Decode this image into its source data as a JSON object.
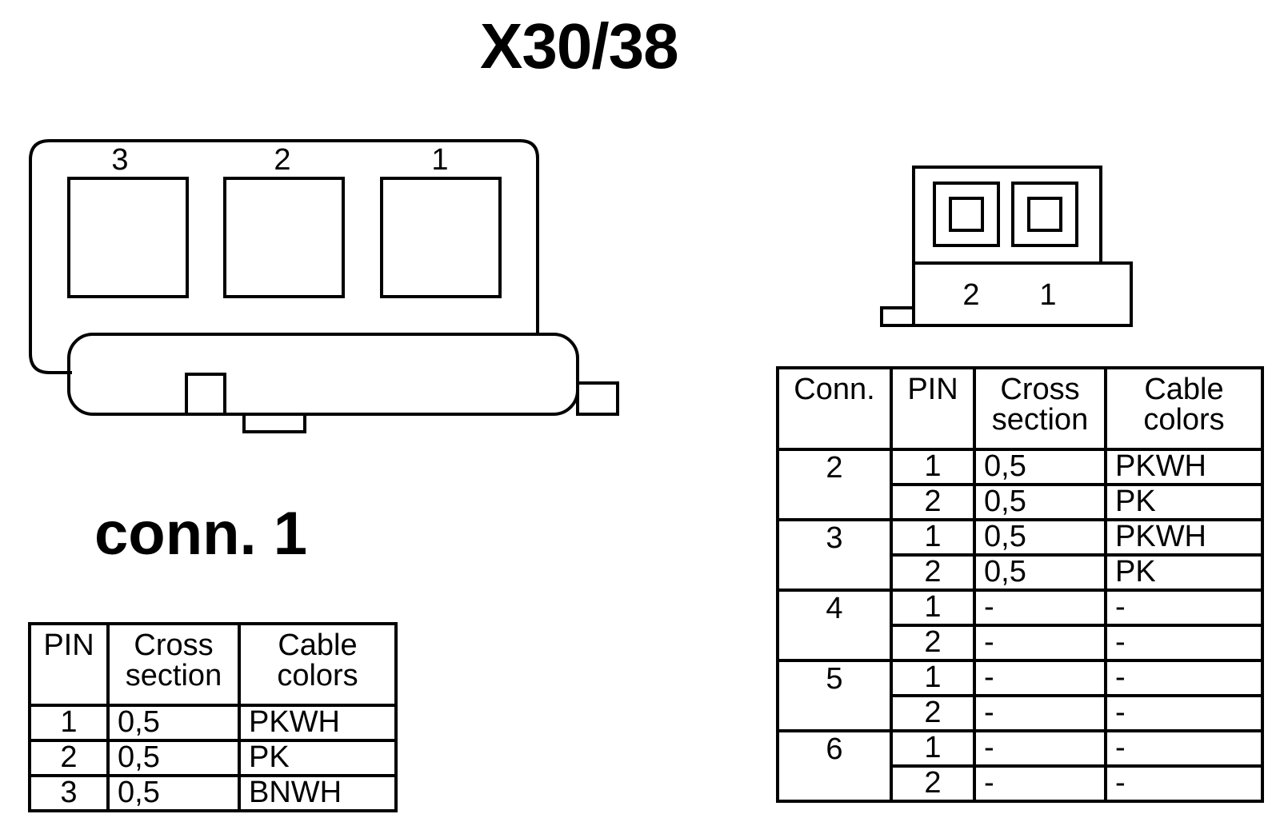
{
  "title": "X30/38",
  "connector1": {
    "label": "conn. 1",
    "pin_numbers": [
      "3",
      "2",
      "1"
    ],
    "table": {
      "headers": {
        "pin": "PIN",
        "cross_line1": "Cross",
        "cross_line2": "section",
        "color_line1": "Cable",
        "color_line2": "colors"
      },
      "rows": [
        {
          "pin": "1",
          "cross": "0,5",
          "color": "PKWH"
        },
        {
          "pin": "2",
          "cross": "0,5",
          "color": "PK"
        },
        {
          "pin": "3",
          "cross": "0,5",
          "color": "BNWH"
        }
      ]
    }
  },
  "connector2": {
    "pin_numbers": [
      "2",
      "1"
    ],
    "table": {
      "headers": {
        "conn": "Conn.",
        "pin": "PIN",
        "cross_line1": "Cross",
        "cross_line2": "section",
        "color_line1": "Cable",
        "color_line2": "colors"
      },
      "groups": [
        {
          "conn": "2",
          "rows": [
            {
              "pin": "1",
              "cross": "0,5",
              "color": "PKWH"
            },
            {
              "pin": "2",
              "cross": "0,5",
              "color": "PK"
            }
          ]
        },
        {
          "conn": "3",
          "rows": [
            {
              "pin": "1",
              "cross": "0,5",
              "color": "PKWH"
            },
            {
              "pin": "2",
              "cross": "0,5",
              "color": "PK"
            }
          ]
        },
        {
          "conn": "4",
          "rows": [
            {
              "pin": "1",
              "cross": "-",
              "color": "-"
            },
            {
              "pin": "2",
              "cross": "-",
              "color": "-"
            }
          ]
        },
        {
          "conn": "5",
          "rows": [
            {
              "pin": "1",
              "cross": "-",
              "color": "-"
            },
            {
              "pin": "2",
              "cross": "-",
              "color": "-"
            }
          ]
        },
        {
          "conn": "6",
          "rows": [
            {
              "pin": "1",
              "cross": "-",
              "color": "-"
            },
            {
              "pin": "2",
              "cross": "-",
              "color": "-"
            }
          ]
        }
      ]
    }
  }
}
